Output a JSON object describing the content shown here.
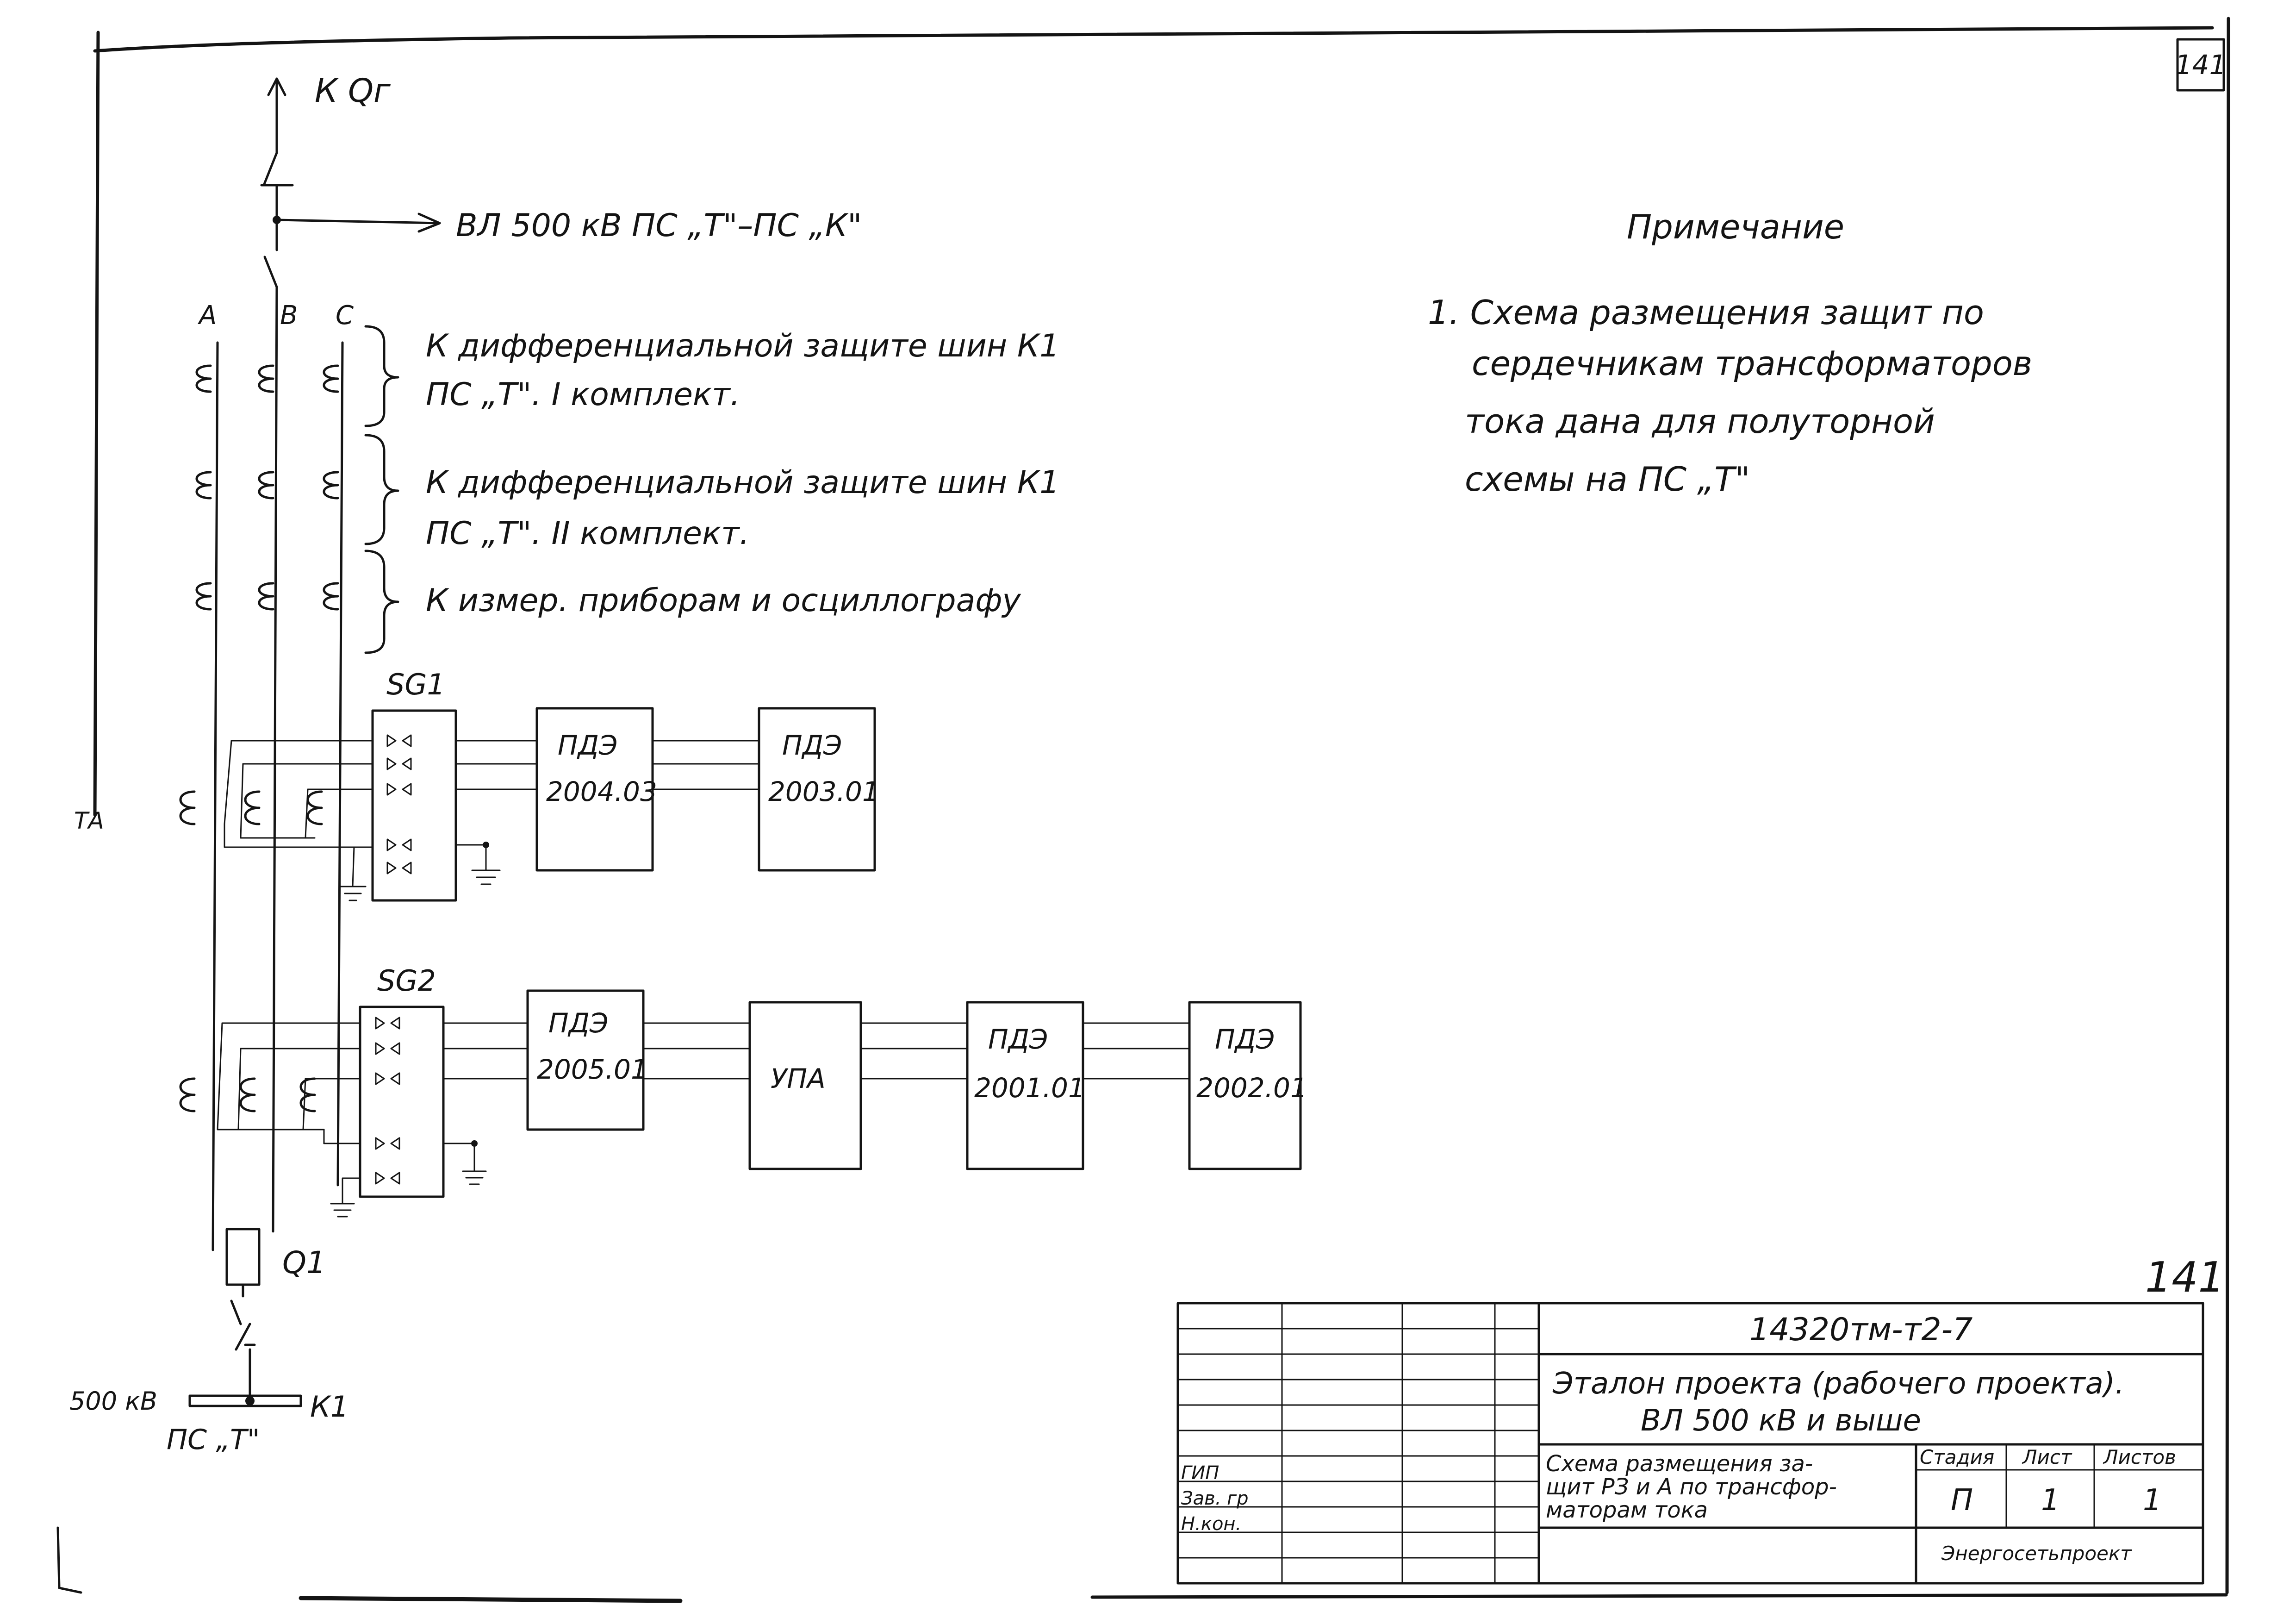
{
  "sheet": {
    "corner_number": "141",
    "stamp_number": "141"
  },
  "feeder": {
    "to_breaker": "К  Qг",
    "line_label": "ВЛ  500 кВ   ПС „Т\"–ПС „К\"",
    "phases": [
      "A",
      "B",
      "C"
    ],
    "cores": [
      {
        "line1": "К  дифференциальной  защите   шин  К1",
        "line2": "ПС „Т\". I комплект."
      },
      {
        "line1": "К  дифференциальной    защите     шин  К1",
        "line2": "ПС „Т\".  II комплект."
      },
      {
        "line1": "К измер. приборам и осциллографу"
      }
    ],
    "ta_label": "ТА",
    "breaker_label": "Q1",
    "bus_voltage": "500 кВ",
    "bus_label": "К1",
    "substation_label": "ПС „Т\""
  },
  "group1": {
    "test_block": "SG1",
    "devices": [
      {
        "line1": "ПДЭ",
        "line2": "2004.03"
      },
      {
        "line1": "ПДЭ",
        "line2": "2003.01"
      }
    ]
  },
  "group2": {
    "test_block": "SG2",
    "devices": [
      {
        "line1": "ПДЭ",
        "line2": "2005.01"
      },
      {
        "line1": "УПА",
        "line2": ""
      },
      {
        "line1": "ПДЭ",
        "line2": "2001.01"
      },
      {
        "line1": "ПДЭ",
        "line2": "2002.01"
      }
    ]
  },
  "note": {
    "heading": "Примечание",
    "lines": [
      "1. Схема  размещения  защит  по",
      "сердечникам  трансформаторов",
      "тока  дана  для  полуторной",
      "схемы  на  ПС  „Т\""
    ]
  },
  "title_block": {
    "doc_code": "14320тм-т2-7",
    "project_line1": "Эталон  проекта  (рабочего проекта).",
    "project_line2": "ВЛ 500 кВ  и выше",
    "sheet_title_lines": [
      "Схема  размещения  за-",
      "щит  РЗ и А  по трансфор-",
      "маторам  тока"
    ],
    "roles": [
      "ГИП",
      "Зав. гр",
      "Н.кон."
    ],
    "col_stage": "Стадия",
    "col_sheet": "Лист",
    "col_sheets": "Листов",
    "stage": "П",
    "sheet": "1",
    "sheets": "1",
    "org": "Энергосетьпроект"
  }
}
